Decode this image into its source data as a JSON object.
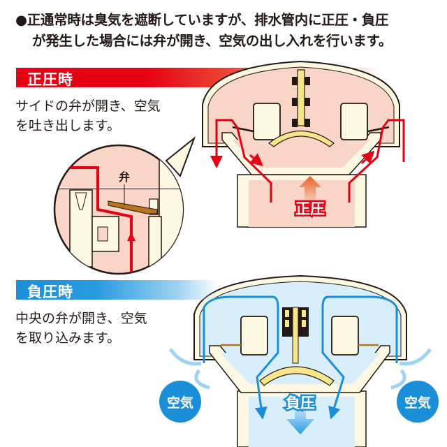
{
  "intro": {
    "line1": "●正通常時は臭気を遮断していますが、排水管内に正圧・負圧",
    "line2": "が発生した場合には弁が開き、空気の出し入れを行います。"
  },
  "positive": {
    "heading": "正圧時",
    "desc_line1": "サイドの弁が開き、空気",
    "desc_line2": "を吐き出します。",
    "callout_label": "弁",
    "pressure_label": "正圧",
    "color": "#e60012",
    "fill": "#f8d5c6"
  },
  "negative": {
    "heading": "負圧時",
    "desc_line1": "中央の弁が開き、空気",
    "desc_line2": "を取り込みます。",
    "air_label_left": "空気",
    "air_label_right": "空気",
    "pressure_label": "負圧",
    "color": "#1a8fd8",
    "fill": "#d9eefb"
  },
  "colors": {
    "body_cream": "#fdf8e2",
    "outline": "#231815",
    "valve_yellow": "#f7e58a",
    "valve_brown": "#b8741a"
  }
}
